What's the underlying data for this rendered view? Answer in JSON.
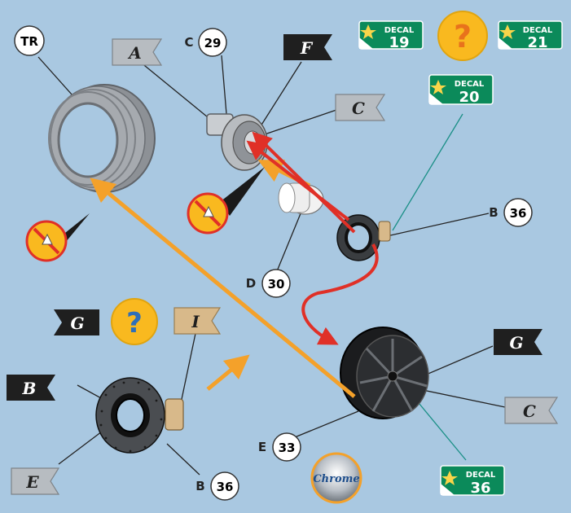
{
  "callouts": {
    "tire": "TR",
    "a_prefix": "C",
    "a_num": "29",
    "b1_prefix": "B",
    "b1_num": "36",
    "d_prefix": "D",
    "d_num": "30",
    "e_prefix": "E",
    "e_num": "33",
    "b2_prefix": "B",
    "b2_num": "36"
  },
  "flags": {
    "a": "A",
    "f": "F",
    "c_top": "C",
    "g_left": "G",
    "i": "I",
    "b": "B",
    "e": "E",
    "g_right": "G",
    "c_right": "C"
  },
  "decals": [
    {
      "label": "DECAL",
      "num": "19"
    },
    {
      "label": "DECAL",
      "num": "21"
    },
    {
      "label": "DECAL",
      "num": "20"
    },
    {
      "label": "DECAL",
      "num": "36"
    }
  ],
  "question_mark": "?",
  "chrome_badge": "Chrome",
  "colors": {
    "background": "#a9c8e1",
    "decal_green": "#0b8a5a",
    "orange_arrow": "#f4a12a",
    "red_arrow": "#e03027",
    "question_yellow": "#f9b91f",
    "flag_gray": "#b7bcc1",
    "flag_black": "#1f1f1f",
    "flag_tan": "#d8b98a"
  }
}
